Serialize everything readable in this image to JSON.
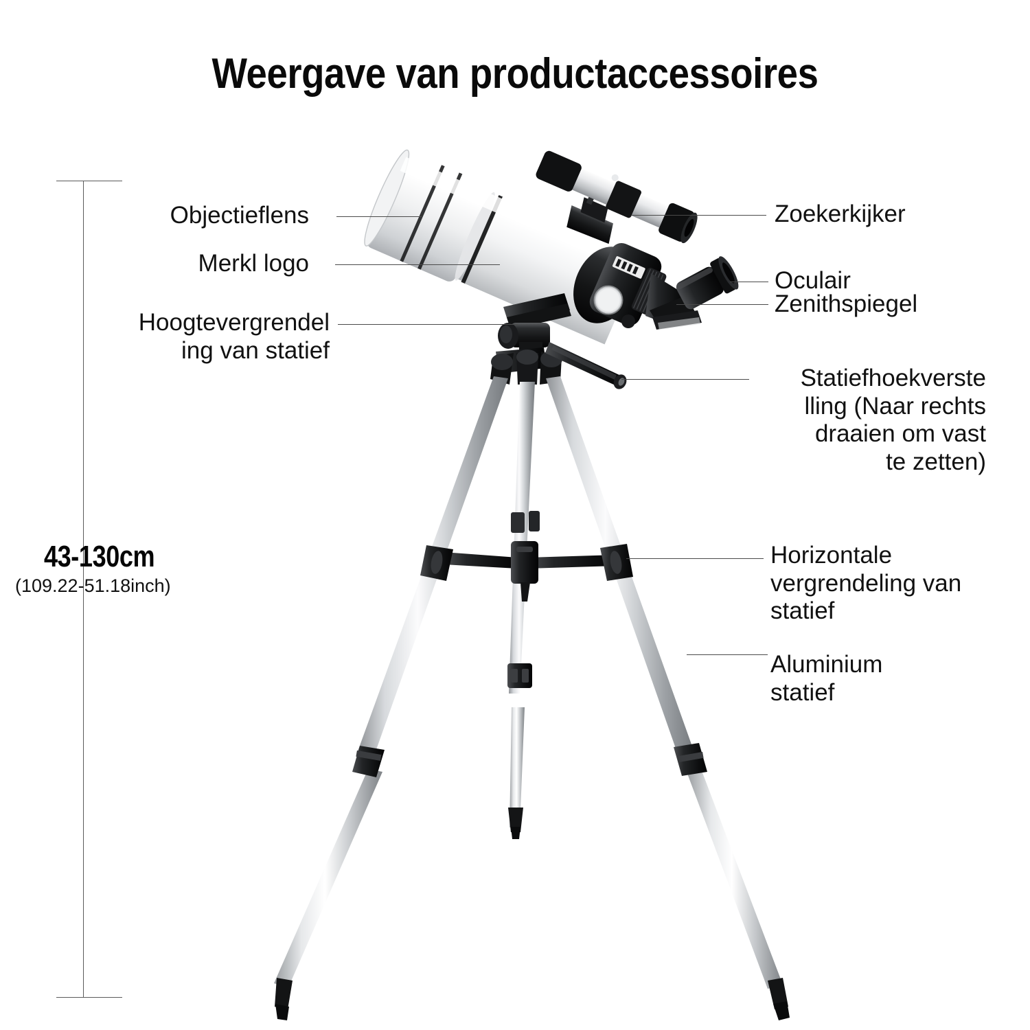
{
  "page": {
    "title": "Weergave van productaccessoires",
    "background_color": "#ffffff",
    "text_color": "#111111",
    "leader_line_color": "#4a4a4a"
  },
  "dimension": {
    "metric": "43-130cm",
    "imperial": "(109.22-51.18inch)"
  },
  "callouts_left": [
    {
      "id": "objectieflens",
      "label": "Objectieflens"
    },
    {
      "id": "merkl-logo",
      "label": "Merkl logo"
    },
    {
      "id": "hoogtevergrendeling",
      "label": "Hoogtevergrendel\ning van statief"
    }
  ],
  "callouts_right": [
    {
      "id": "zoekerkijker",
      "label": "Zoekerkijker"
    },
    {
      "id": "oculair",
      "label": "Oculair"
    },
    {
      "id": "zenithspiegel",
      "label": "Zenithspiegel"
    },
    {
      "id": "statiefhoekverstelling",
      "label": "Statiefhoekverste\nlling (Naar rechts\ndraaien om vast\nte zetten)"
    },
    {
      "id": "horizontale-vergrendeling",
      "label": "Horizontale\nvergrendeling van\nstatief"
    },
    {
      "id": "aluminium-statief",
      "label": "Aluminium\nstatief"
    }
  ],
  "product": {
    "name": "telescope-on-tripod",
    "tube_color": "#fdfdfd",
    "hardware_color": "#1b1b1b",
    "leg_color": "#c9cbcd"
  }
}
